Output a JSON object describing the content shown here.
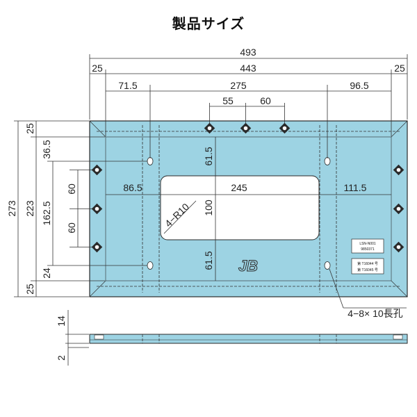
{
  "title": "製品サイズ",
  "dims": {
    "overall_width": "493",
    "left_margin": "25",
    "inner_width": "443",
    "right_margin": "25",
    "hole_left_offset": "71.5",
    "hole_span": "275",
    "hole_right_offset": "96.5",
    "top_hole_spacing_a": "55",
    "top_hole_spacing_b": "60",
    "overall_height": "273",
    "inner_height": "223",
    "left_top_offset": "25",
    "left_hole_top": "36.5",
    "left_hole_span": "162.5",
    "left_bottom_hole": "24",
    "left_bottom_margin": "25",
    "side_hole_spacing_a": "60",
    "side_hole_spacing_b": "60",
    "window_left_offset": "86.5",
    "window_width": "245",
    "window_right_offset": "111.5",
    "window_top_offset": "61.5",
    "window_height": "100",
    "window_bottom_offset": "61.5",
    "corner_radius": "4−R10",
    "slot_callout": "4−8× 10長孔",
    "thickness_total": "14",
    "thickness_plate": "2"
  },
  "label_plate": {
    "line1": "LSN-N001",
    "line2": "9850371",
    "line3": "第 T16044 号",
    "line4": "第 T16045 号"
  },
  "logo_text": "JB",
  "colors": {
    "plate_fill": "#9dd3e3",
    "plate_stroke": "#2a2a2a",
    "dim_line": "#333333"
  }
}
